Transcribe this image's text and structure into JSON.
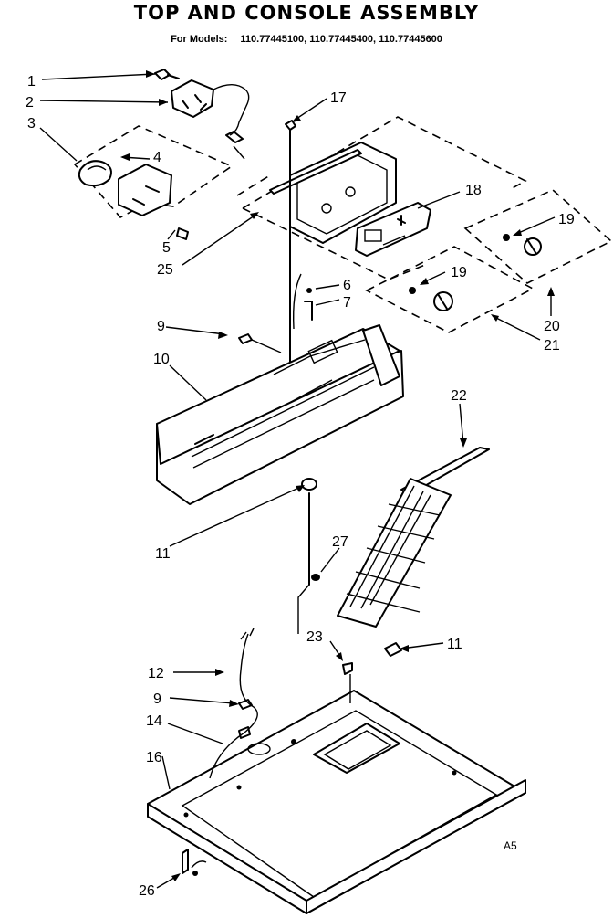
{
  "title": "TOP AND CONSOLE ASSEMBLY",
  "models": {
    "prefix": "For Models:",
    "list": [
      "110.77445100,",
      "110.77445400,",
      "110.77445600"
    ]
  },
  "callouts": [
    "1",
    "2",
    "3",
    "4",
    "5",
    "25",
    "17",
    "18",
    "19",
    "19",
    "20",
    "21",
    "6",
    "7",
    "9",
    "10",
    "11",
    "22",
    "27",
    "23",
    "11",
    "12",
    "9",
    "14",
    "16",
    "26"
  ],
  "diagram_code": "A5"
}
